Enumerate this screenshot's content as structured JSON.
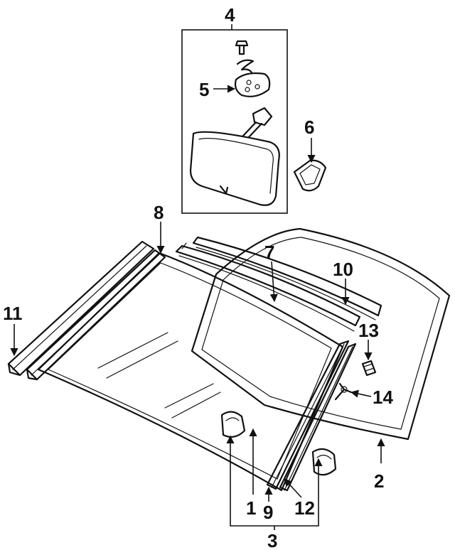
{
  "diagram": {
    "callouts": {
      "c1": "1",
      "c2": "2",
      "c3": "3",
      "c4": "4",
      "c5": "5",
      "c6": "6",
      "c7": "7",
      "c8": "8",
      "c9": "9",
      "c10": "10",
      "c11": "11",
      "c12": "12",
      "c13": "13",
      "c14": "14"
    },
    "colors": {
      "ink": "#111111",
      "paper": "#ffffff"
    }
  }
}
